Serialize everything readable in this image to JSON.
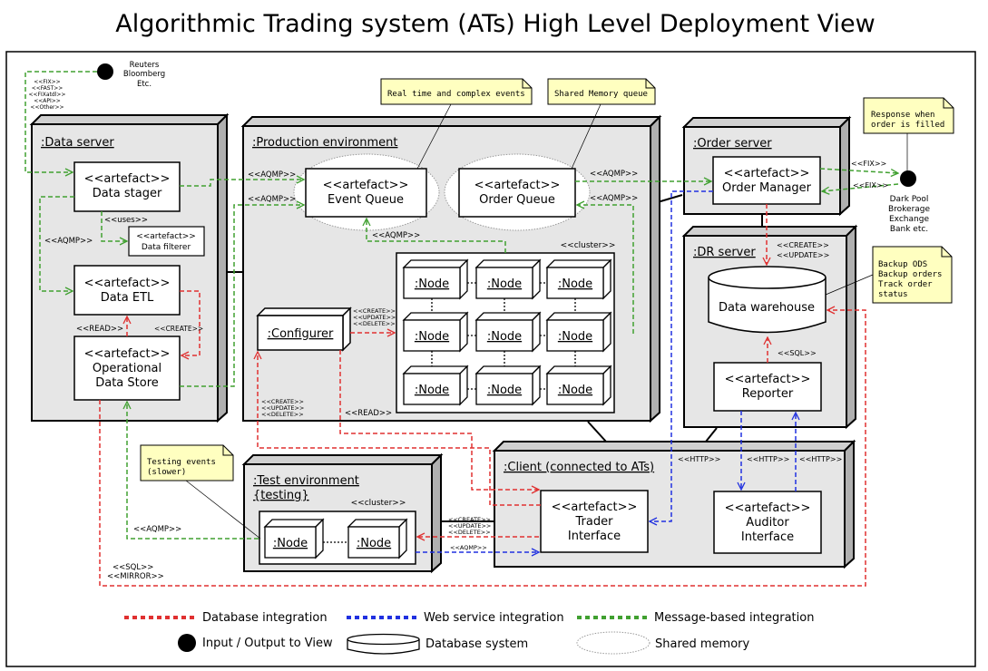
{
  "title": "Algorithmic Trading system (ATs) High Level Deployment View",
  "external": {
    "feeds": [
      "Reuters",
      "Bloomberg",
      "Etc."
    ],
    "feed_protocols": [
      "<<FIX>>",
      "<<FAST>>",
      "<<FIXatdl>>",
      "<<API>>",
      "<<Other>>"
    ],
    "venues": [
      "Dark Pool",
      "Brokerage",
      "Exchange",
      "Bank etc."
    ]
  },
  "notes": {
    "realtime": "Real time and complex events",
    "shared_mem": "Shared Memory queue",
    "response": [
      "Response when",
      "order is filled"
    ],
    "backup": [
      "Backup ODS",
      "Backup orders",
      "Track order",
      "status"
    ],
    "testing": [
      "Testing events",
      "(slower)"
    ]
  },
  "nodes": {
    "data_server": ":Data server",
    "production": ":Production environment",
    "order_server": ":Order server",
    "dr_server": ":DR server",
    "client": ":Client (connected to ATs)",
    "test_env": [
      ":Test environment",
      "{testing}"
    ]
  },
  "artefacts": {
    "stereotype": "<<artefact>>",
    "data_stager": "Data stager",
    "data_filterer": "Data filterer",
    "data_etl": "Data ETL",
    "ods": [
      "Operational",
      "Data Store"
    ],
    "event_queue": "Event Queue",
    "order_queue": "Order Queue",
    "order_manager": "Order Manager",
    "data_warehouse": "Data warehouse",
    "reporter": "Reporter",
    "trader_interface": [
      "Trader",
      "Interface"
    ],
    "auditor_interface": [
      "Auditor",
      "Interface"
    ],
    "configurer": ":Configurer"
  },
  "cluster": {
    "label": "<<cluster>>",
    "node": ":Node"
  },
  "labels": {
    "aqmp": "<<AQMP>>",
    "uses": "<<uses>>",
    "read": "<<READ>>",
    "create": "<<CREATE>>",
    "create_update": [
      "<<CREATE>>",
      "<<UPDATE>>"
    ],
    "cud": [
      "<<CREATE>>",
      "<<UPDATE>>",
      "<<DELETE>>"
    ],
    "fix": "<<FIX>>",
    "sql": "<<SQL>>",
    "http": "<<HTTP>>",
    "sql_mirror": [
      "<<SQL>>",
      "<<MIRROR>>"
    ]
  },
  "legend": {
    "db": "Database integration",
    "ws": "Web service integration",
    "msg": "Message-based integration",
    "io": "Input / Output to View",
    "dbsys": "Database system",
    "shm": "Shared memory"
  },
  "colors": {
    "db": "#e03030",
    "ws": "#2030e0",
    "msg": "#40a030",
    "node_fill": "#e6e6e6"
  }
}
